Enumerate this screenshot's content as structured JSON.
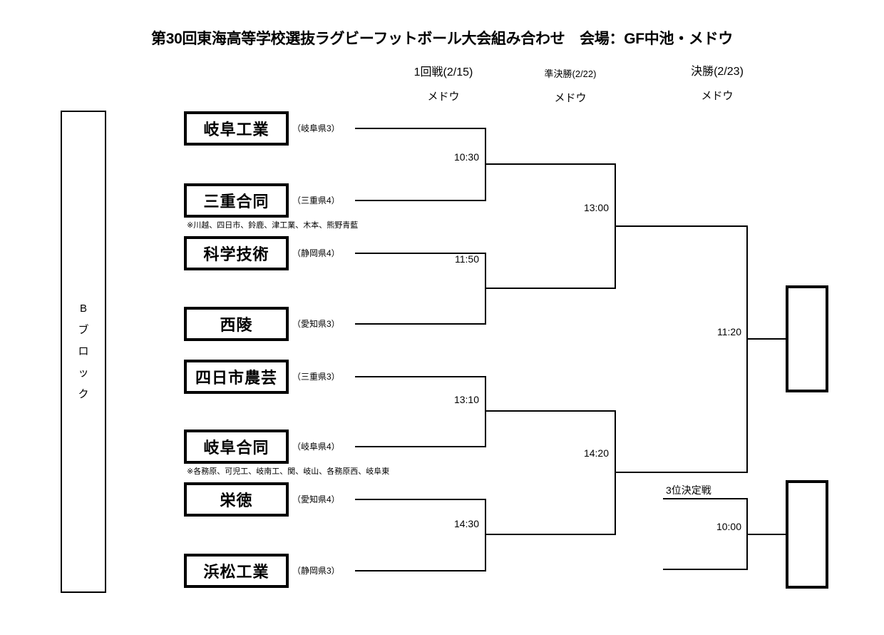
{
  "title": "第30回東海高等学校選抜ラグビーフットボール大会組み合わせ　会場：GF中池・メドウ",
  "block": {
    "label_chars": [
      "B",
      "ブ",
      "ロ",
      "ッ",
      "ク"
    ],
    "label": "Bブロック"
  },
  "rounds": [
    {
      "name": "1回戦(2/15)",
      "venue": "メドウ"
    },
    {
      "name": "準決勝(2/22)",
      "venue": "メドウ"
    },
    {
      "name": "決勝(2/23)",
      "venue": "メドウ"
    }
  ],
  "teams": [
    {
      "name": "岐阜工業",
      "pref": "（岐阜県3）"
    },
    {
      "name": "三重合同",
      "pref": "（三重県4）"
    },
    {
      "name": "科学技術",
      "pref": "（静岡県4）"
    },
    {
      "name": "西陵",
      "pref": "（愛知県3）"
    },
    {
      "name": "四日市農芸",
      "pref": "（三重県3）"
    },
    {
      "name": "岐阜合同",
      "pref": "（岐阜県4）"
    },
    {
      "name": "栄徳",
      "pref": "（愛知県4）"
    },
    {
      "name": "浜松工業",
      "pref": "（静岡県3）"
    }
  ],
  "notes": [
    "※川越、四日市、鈴鹿、津工業、木本、熊野青藍",
    "※各務原、可児工、岐南工、関、岐山、各務原西、岐阜東"
  ],
  "matches": {
    "round1": [
      {
        "time": "10:30"
      },
      {
        "time": "11:50"
      },
      {
        "time": "13:10"
      },
      {
        "time": "14:30"
      }
    ],
    "semifinal": [
      {
        "time": "13:00"
      },
      {
        "time": "14:20"
      }
    ],
    "final": {
      "time": "11:20"
    },
    "third_place": {
      "label": "3位決定戦",
      "time": "10:00"
    }
  },
  "winners": {
    "champion": "",
    "third": ""
  },
  "colors": {
    "ink": "#000000",
    "paper": "#ffffff"
  }
}
